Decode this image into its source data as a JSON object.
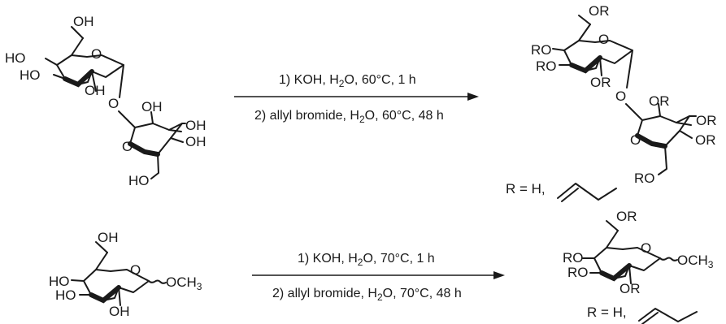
{
  "reaction_1": {
    "step_1": {
      "pre": "1) KOH, H",
      "sub": "2",
      "post": "O, 60°C, 1 h"
    },
    "step_2": {
      "pre": "2) allyl bromide, H",
      "sub": "2",
      "post": "O, 60°C, 48 h"
    },
    "substituent": "R = H,"
  },
  "reaction_2": {
    "step_1": {
      "pre": "1) KOH, H",
      "sub": "2",
      "post": "O, 70°C, 1 h"
    },
    "step_2": {
      "pre": "2) allyl bromide, H",
      "sub": "2",
      "post": "O, 70°C, 48 h"
    },
    "substituent": "R = H,"
  },
  "labels": {
    "oh": "OH",
    "ho": "HO",
    "o": "O",
    "or": "OR",
    "ro": "RO",
    "och": "OCH",
    "three": "3"
  }
}
